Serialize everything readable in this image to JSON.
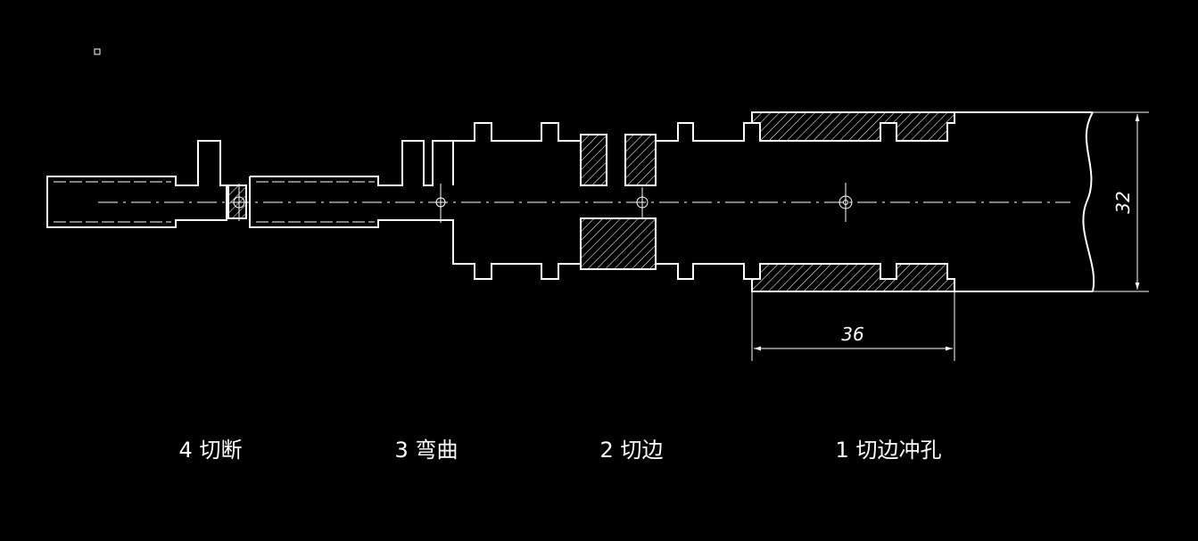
{
  "dimensions": {
    "height_label": "32",
    "length_label": "36"
  },
  "stations": [
    {
      "label": "4 切断"
    },
    {
      "label": "3 弯曲"
    },
    {
      "label": "2 切边"
    },
    {
      "label": "1 切边冲孔"
    }
  ]
}
